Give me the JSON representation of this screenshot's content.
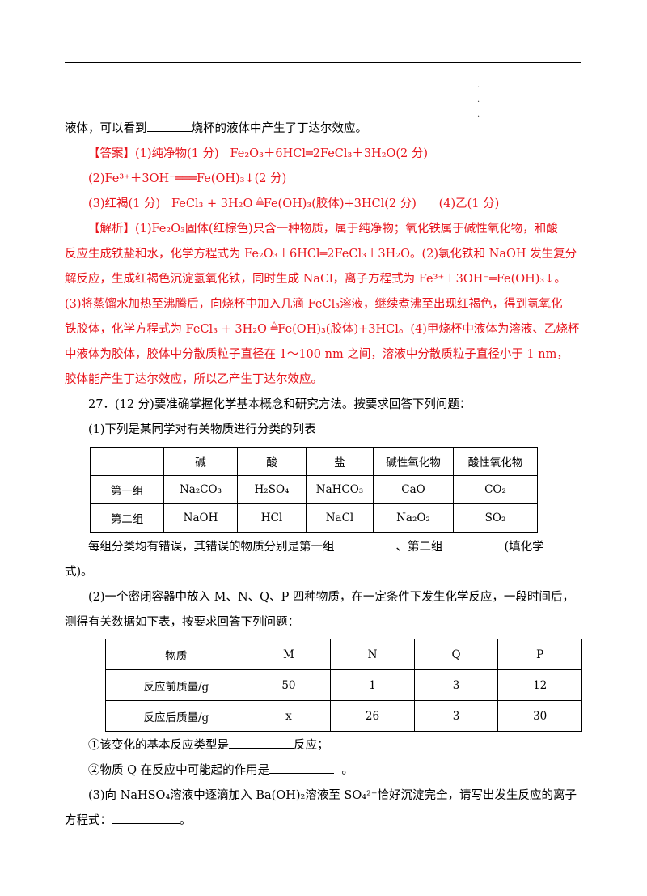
{
  "intro": {
    "prefix": "液体，可以看到",
    "suffix": "烧杯的液体中产生了丁达尔效应。"
  },
  "answer": {
    "tag": "【答案】",
    "a1_label": "(1)纯净物(1 分)",
    "a1_eq": "Fe₂O₃＋6HCl═2FeCl₃＋3H₂O(2 分)",
    "a2": "(2)Fe³⁺＋3OH⁻═══Fe(OH)₃↓(2 分)",
    "a3_label": "(3)红褐(1 分)",
    "a3_eq_left": "FeCl₃ + 3H₂O",
    "a3_eq_right": "Fe(OH)₃(胶体)+3HCl(2 分)",
    "a4": "(4)乙(1 分)"
  },
  "analysis": {
    "tag": "【解析】",
    "lines": [
      "(1)Fe₂O₃固体(红棕色)只含一种物质，属于纯净物；氧化铁属于碱性氧化物，和酸",
      "反应生成铁盐和水，化学方程式为 Fe₂O₃＋6HCl═2FeCl₃＋3H₂O。(2)氯化铁和 NaOH 发生复分",
      "解反应，生成红褐色沉淀氢氧化铁，同时生成 NaCl，离子方程式为 Fe³⁺＋3OH⁻═Fe(OH)₃↓。",
      "(3)将蒸馏水加热至沸腾后，向烧杯中加入几滴 FeCl₃溶液，继续煮沸至出现红褐色，得到氢氧化"
    ],
    "line5_left": "铁胶体，化学方程式为 FeCl₃ + 3H₂O",
    "line5_right": "Fe(OH)₃(胶体)+3HCl。(4)甲烧杯中液体为溶液、乙烧杯",
    "line6": "中液体为胶体，胶体中分散质粒子直径在 1～100 nm 之间，溶液中分散质粒子直径小于 1 nm，",
    "line7": "胶体能产生丁达尔效应，所以乙产生丁达尔效应。"
  },
  "q27": {
    "title": "27．(12 分)要准确掌握化学基本概念和研究方法。按要求回答下列问题：",
    "p1": "(1)下列是某同学对有关物质进行分类的列表",
    "table1": {
      "headers": [
        "",
        "碱",
        "酸",
        "盐",
        "碱性氧化物",
        "酸性氧化物"
      ],
      "rows": [
        [
          "第一组",
          "Na₂CO₃",
          "H₂SO₄",
          "NaHCO₃",
          "CaO",
          "CO₂"
        ],
        [
          "第二组",
          "NaOH",
          "HCl",
          "NaCl",
          "Na₂O₂",
          "SO₂"
        ]
      ]
    },
    "p1_q_a": "每组分类均有错误，其错误的物质分别是第一组",
    "p1_q_b": "、第二组",
    "p1_q_c": "(填化学",
    "p1_q_d": "式)。",
    "p2_a": "(2)一个密闭容器中放入 M、N、Q、P 四种物质，在一定条件下发生化学反应，一段时间后，",
    "p2_b": "测得有关数据如下表，按要求回答下列问题：",
    "table2": {
      "headers": [
        "物质",
        "M",
        "N",
        "Q",
        "P"
      ],
      "rows": [
        [
          "反应前质量/g",
          "50",
          "1",
          "3",
          "12"
        ],
        [
          "反应后质量/g",
          "x",
          "26",
          "3",
          "30"
        ]
      ]
    },
    "p2_q1_a": "①该变化的基本反应类型是",
    "p2_q1_b": "反应；",
    "p2_q2_a": "②物质 Q 在反应中可能起的作用是",
    "p2_q2_b": "。",
    "p3_a": "(3)向 NaHSO₄溶液中逐滴加入 Ba(OH)₂溶液至 SO₄²⁻恰好沉淀完全，请写出发生反应的离子",
    "p3_b": "方程式：",
    "p3_c": "。"
  }
}
